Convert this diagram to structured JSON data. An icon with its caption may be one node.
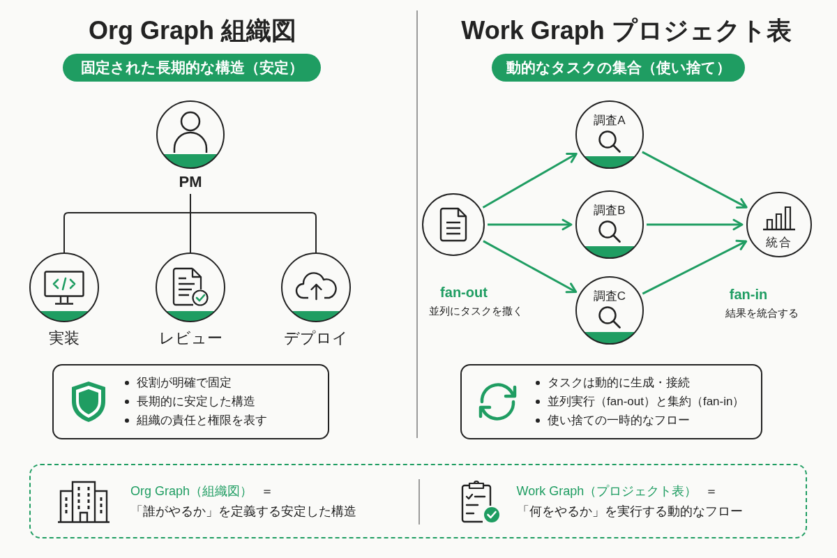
{
  "diagram": {
    "nodes": [
      {
        "text": [
          "固定された長期的な構造（安定）"
        ]
      },
      {
        "text": [
          "PM"
        ]
      },
      {
        "text": [
          "実装"
        ]
      },
      {
        "text": [
          "レビュー"
        ]
      },
      {
        "text": [
          "デプロイ"
        ]
      },
      {
        "text": [
          "役割が明確で固定",
          "長期的に安定した構造",
          "組織の責任と権限を表す"
        ]
      },
      {
        "text": [
          "動的なタスクの集合（使い捨て）"
        ]
      },
      {
        "text": [],
        "shape": "circle"
      },
      {
        "text": [
          "調査A"
        ]
      },
      {
        "text": [
          "調査B"
        ]
      },
      {
        "text": [
          "調査C"
        ]
      },
      {
        "text": [
          "統合"
        ]
      },
      {
        "text": [
          "タスクは動的に生成・接続",
          "並列実行（fan-out）と集約（fan-in）",
          "使い捨ての一時的なフロー"
        ]
      },
      {
        "text": [
          "Org Graph（組織図）",
          "＝",
          "「誰がやるか」を定義する安定した構造",
          "Work Graph（プロジェクト表）",
          "＝",
          "「何をやるか」を実行する動的なフロー"
        ]
      }
    ],
    "edges": [
      {
        "from": 1,
        "to": 2,
        "arrow": "none",
        "color": "#222222"
      },
      {
        "from": 1,
        "to": 3,
        "arrow": "none",
        "color": "#222222"
      },
      {
        "from": 1,
        "to": 4,
        "arrow": "none",
        "color": "#222222"
      },
      {
        "from": 7,
        "to": 8,
        "arrow": "to"
      },
      {
        "from": 7,
        "to": 9,
        "arrow": "to"
      },
      {
        "from": 7,
        "to": 10,
        "arrow": "to"
      },
      {
        "from": 8,
        "to": 11,
        "arrow": "to"
      },
      {
        "from": 9,
        "to": 11,
        "arrow": "to"
      },
      {
        "from": 10,
        "to": 11,
        "arrow": "to"
      }
    ],
    "labels": [
      "Org Graph 組織図",
      "Work Graph プロジェクト表",
      "fan-out",
      "並列にタスクを撒く",
      "fan-in",
      "結果を統合する"
    ]
  }
}
